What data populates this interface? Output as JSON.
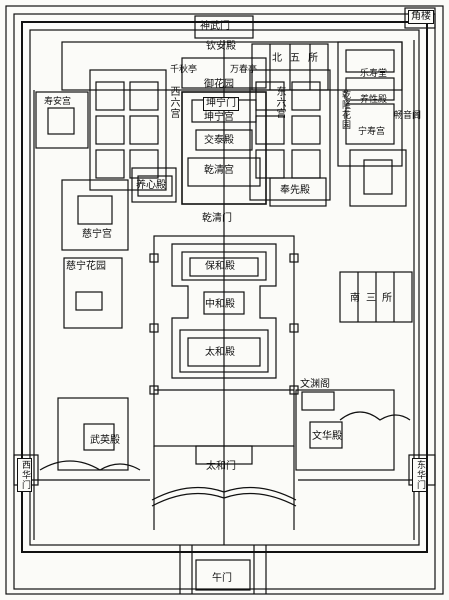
{
  "map": {
    "colors": {
      "ink": "#111111",
      "paper": "#fbfbf8"
    },
    "labels": {
      "jiaolou": "角楼",
      "shenwumen": "神武门",
      "qinandian": "钦安殿",
      "qianqiuting": "千秋亭",
      "wanchunting": "万春亭",
      "yuhuayuan": "御花园",
      "beiwusuo": "北五所",
      "xiliugong": "西六宫",
      "dongliugong": "东六宫",
      "kunningmen": "坤宁门",
      "kunninggong": "坤宁宫",
      "jiaotaidian": "交泰殿",
      "qianqinggong": "乾清宫",
      "shouangong": "寿安宫",
      "yangxindian": "养心殿",
      "fengxiandian": "奉先殿",
      "qianqingmen": "乾清门",
      "cininggong": "慈宁宫",
      "ciningyuan": "慈宁花园",
      "baohedian": "保和殿",
      "zhonghedian": "中和殿",
      "taihedian": "太和殿",
      "wenyuange": "文渊阁",
      "wuyingdian": "武英殿",
      "wenhuadian": "文华殿",
      "taihemen": "太和门",
      "xihuamen": "西华门",
      "donghuamen": "东华门",
      "wumen": "午门",
      "leshoutang": "乐寿堂",
      "yangxingdian": "养性殿",
      "qianlonghuayuan": "乾隆花园",
      "ningshougong": "宁寿宫",
      "changyinge": "畅音阁",
      "nansansuo": "南三所"
    }
  }
}
